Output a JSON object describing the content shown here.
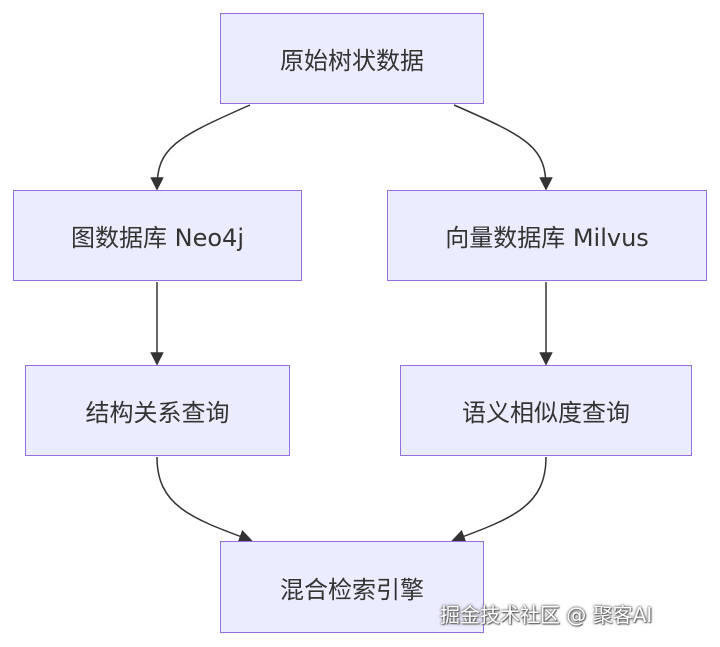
{
  "nodes": {
    "source": "原始树状数据",
    "graph_db": "图数据库 Neo4j",
    "vector_db": "向量数据库 Milvus",
    "structural_query": "结构关系查询",
    "semantic_query": "语义相似度查询",
    "hybrid_engine": "混合检索引擎"
  },
  "watermark": "掘金技术社区 @ 聚客AI",
  "colors": {
    "node_fill": "#ECECFF",
    "node_border": "#9370DB",
    "edge": "#333333"
  }
}
